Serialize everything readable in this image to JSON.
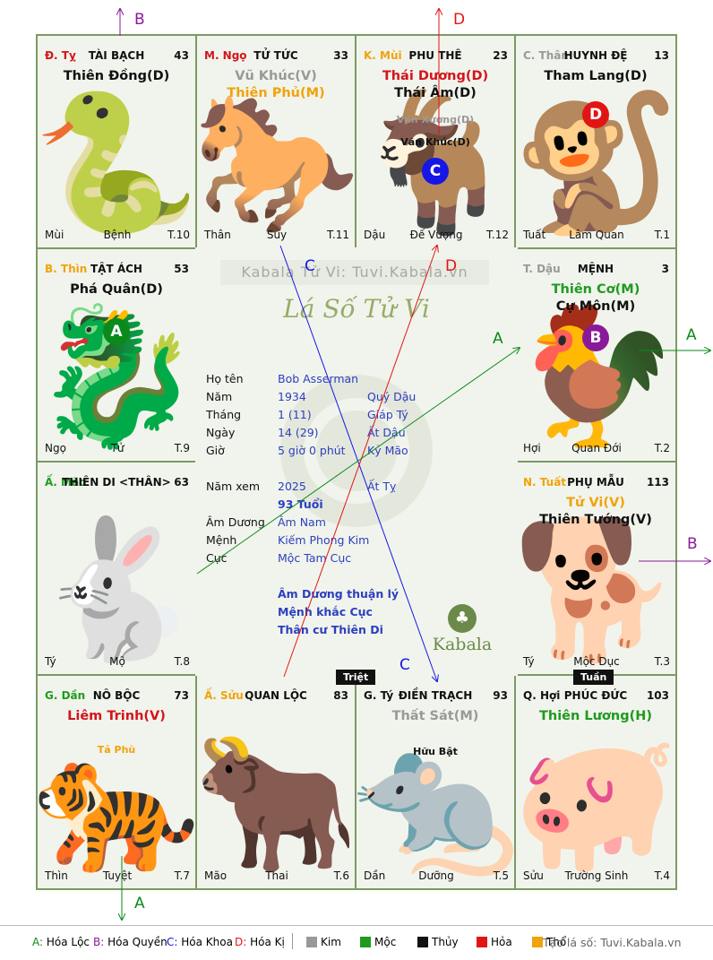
{
  "palaces": [
    {
      "id": "ty-top",
      "can": "Đ. Tỵ",
      "can_color": "#d4141c",
      "name": "TÀI BẠCH",
      "num": "43",
      "animal": "🐍",
      "stars": [
        {
          "text": "Thiên Đồng(D)",
          "color": "#111",
          "size": "major"
        }
      ],
      "foot": {
        "l": "Mùi",
        "m": "Bệnh",
        "r": "T.10"
      }
    },
    {
      "id": "ngo",
      "can": "M. Ngọ",
      "can_color": "#d4141c",
      "name": "TỬ TỨC",
      "num": "33",
      "animal": "🐎",
      "stars": [
        {
          "text": "Vũ Khúc(V)",
          "color": "#999999",
          "size": "major"
        },
        {
          "text": "Thiên Phủ(M)",
          "color": "#f0a30a",
          "size": "major"
        }
      ],
      "foot": {
        "l": "Thân",
        "m": "Suy",
        "r": "T.11"
      }
    },
    {
      "id": "mui",
      "can": "K. Mùi",
      "can_color": "#f0a30a",
      "name": "PHU THÊ",
      "num": "23",
      "animal": "🐐",
      "stars": [
        {
          "text": "Thái Dương(D)",
          "color": "#d4141c",
          "size": "major"
        },
        {
          "text": "Thái Âm(D)",
          "color": "#111",
          "size": "major"
        },
        {
          "text": "Văn Xương(D)",
          "color": "#999999",
          "size": "minor"
        },
        {
          "text": "Văn Khúc(D)",
          "color": "#111",
          "size": "minor"
        }
      ],
      "circle": {
        "text": "C",
        "color": "#1616e6"
      },
      "foot": {
        "l": "Dậu",
        "m": "Đế Vượng",
        "r": "T.12"
      }
    },
    {
      "id": "than",
      "can": "C. Thân",
      "can_color": "#999999",
      "name": "HUYNH ĐỆ",
      "num": "13",
      "animal": "🐒",
      "stars": [
        {
          "text": "Tham Lang(D)",
          "color": "#111",
          "size": "major"
        }
      ],
      "circle": {
        "text": "D",
        "color": "#e21515"
      },
      "foot": {
        "l": "Tuất",
        "m": "Lâm Quan",
        "r": "T.1"
      }
    },
    {
      "id": "thin",
      "can": "B. Thìn",
      "can_color": "#f0a30a",
      "name": "TẬT ÁCH",
      "num": "53",
      "animal": "🐉",
      "stars": [
        {
          "text": "Phá Quân(D)",
          "color": "#111",
          "size": "major"
        }
      ],
      "circle": {
        "text": "A",
        "color": "#0a8a1a"
      },
      "foot": {
        "l": "Ngọ",
        "m": "Tử",
        "r": "T.9"
      }
    },
    {
      "id": "dau",
      "can": "T. Dậu",
      "can_color": "#999999",
      "name": "MỆNH",
      "num": "3",
      "animal": "🐓",
      "stars": [
        {
          "text": "Thiên Cơ(M)",
          "color": "#1f9a1f",
          "size": "major"
        },
        {
          "text": "Cự Môn(M)",
          "color": "#111",
          "size": "major"
        }
      ],
      "circle": {
        "text": "B",
        "color": "#8a1a9a"
      },
      "foot": {
        "l": "Hợi",
        "m": "Quan Đới",
        "r": "T.2"
      }
    },
    {
      "id": "mao",
      "can": "Ấ. Mão",
      "can_color": "#1f9a1f",
      "name": "THIÊN DI <THÂN>",
      "num": "63",
      "animal": "🐇",
      "stars": [],
      "foot": {
        "l": "Tý",
        "m": "Mộ",
        "r": "T.8"
      }
    },
    {
      "id": "tuat",
      "can": "N. Tuất",
      "can_color": "#f0a30a",
      "name": "PHỤ MẪU",
      "num": "113",
      "animal": "🐕",
      "stars": [
        {
          "text": "Tử Vi(V)",
          "color": "#f0a30a",
          "size": "major"
        },
        {
          "text": "Thiên Tướng(V)",
          "color": "#111",
          "size": "major"
        }
      ],
      "foot": {
        "l": "Tý",
        "m": "Mộc Dục",
        "r": "T.3"
      }
    },
    {
      "id": "dan",
      "can": "G. Dần",
      "can_color": "#1f9a1f",
      "name": "NÔ BỘC",
      "num": "73",
      "animal": "🐅",
      "stars": [
        {
          "text": "Liêm Trinh(V)",
          "color": "#d4141c",
          "size": "major"
        },
        {
          "text": "Tả Phù",
          "color": "#f0a30a",
          "size": "minor"
        }
      ],
      "foot": {
        "l": "Thìn",
        "m": "Tuyệt",
        "r": "T.7"
      }
    },
    {
      "id": "suu",
      "can": "Ấ. Sửu",
      "can_color": "#f0a30a",
      "name": "QUAN LỘC",
      "num": "83",
      "animal": "🐂",
      "stars": [],
      "foot": {
        "l": "Mão",
        "m": "Thai",
        "r": "T.6"
      }
    },
    {
      "id": "ty2",
      "can": "G. Tý",
      "can_color": "#111",
      "name": "ĐIỀN TRẠCH",
      "num": "93",
      "animal": "🐀",
      "stars": [
        {
          "text": "Thất Sát(M)",
          "color": "#999999",
          "size": "major"
        },
        {
          "text": "Hữu Bật",
          "color": "#111",
          "size": "minor"
        }
      ],
      "foot": {
        "l": "Dần",
        "m": "Dưỡng",
        "r": "T.5"
      }
    },
    {
      "id": "hoi",
      "can": "Q. Hợi",
      "can_color": "#111",
      "name": "PHÚC ĐỨC",
      "num": "103",
      "animal": "🐖",
      "stars": [
        {
          "text": "Thiên Lương(H)",
          "color": "#1f9a1f",
          "size": "major"
        }
      ],
      "foot": {
        "l": "Sửu",
        "m": "Trường Sinh",
        "r": "T.4"
      }
    }
  ],
  "tags": {
    "triet": "Triệt",
    "tuan": "Tuần"
  },
  "center": {
    "watermark": "Kabala Tử Vi: Tuvi.Kabala.vn",
    "script_title": "Lá Số Tử Vi",
    "rows": [
      {
        "label": "Họ tên",
        "v1": "Bob Asserman",
        "v2": ""
      },
      {
        "label": "Năm",
        "v1": "1934",
        "v2": "Quý Dậu"
      },
      {
        "label": "Tháng",
        "v1": "1  (11)",
        "v2": "Giáp Tý"
      },
      {
        "label": "Ngày",
        "v1": "14  (29)",
        "v2": "Ất Dậu"
      },
      {
        "label": "Giờ",
        "v1": "5 giờ 0 phút",
        "v2": "Kỷ Mão"
      }
    ],
    "rows2": [
      {
        "label": "Năm xem",
        "v1": "2025",
        "v2": "Ất Tỵ"
      },
      {
        "label": "",
        "v1": "93 Tuổi",
        "v2": "",
        "bold": true
      },
      {
        "label": "Âm Dương",
        "v1": "Âm Nam",
        "v2": ""
      },
      {
        "label": "Mệnh",
        "v1": "Kiếm Phong Kim",
        "v2": ""
      },
      {
        "label": "Cục",
        "v1": "Mộc Tam Cục",
        "v2": ""
      }
    ],
    "notes": [
      "Âm Dương thuận lý",
      "Mệnh khắc Cục",
      "Thân cư Thiên Di"
    ],
    "logo_text": "Kabala"
  },
  "arrows": [
    {
      "label": "B",
      "color": "#8a1a9a"
    },
    {
      "label": "D",
      "color": "#e21515"
    },
    {
      "label": "C",
      "color": "#1616e6"
    },
    {
      "label": "D",
      "color": "#e21515"
    },
    {
      "label": "A",
      "color": "#0a8a1a"
    },
    {
      "label": "A",
      "color": "#0a8a1a"
    },
    {
      "label": "B",
      "color": "#8a1a9a"
    },
    {
      "label": "C",
      "color": "#1616e6"
    },
    {
      "label": "A",
      "color": "#0a8a1a"
    }
  ],
  "legend": {
    "hoa": [
      {
        "key": "A:",
        "text": " Hóa Lộc",
        "color": "#0a8a1a"
      },
      {
        "key": "B:",
        "text": " Hóa Quyền",
        "color": "#8a1a9a"
      },
      {
        "key": "C:",
        "text": " Hóa Khoa",
        "color": "#1616e6"
      },
      {
        "key": "D:",
        "text": " Hóa Kị",
        "color": "#e21515"
      }
    ],
    "elements": [
      {
        "text": "Kim",
        "color": "#999999"
      },
      {
        "text": "Mộc",
        "color": "#1f9a1f"
      },
      {
        "text": "Thủy",
        "color": "#111111"
      },
      {
        "text": "Hỏa",
        "color": "#e21515"
      },
      {
        "text": "Thổ",
        "color": "#f0a30a"
      }
    ],
    "site": "Tạo lá số: Tuvi.Kabala.vn"
  }
}
